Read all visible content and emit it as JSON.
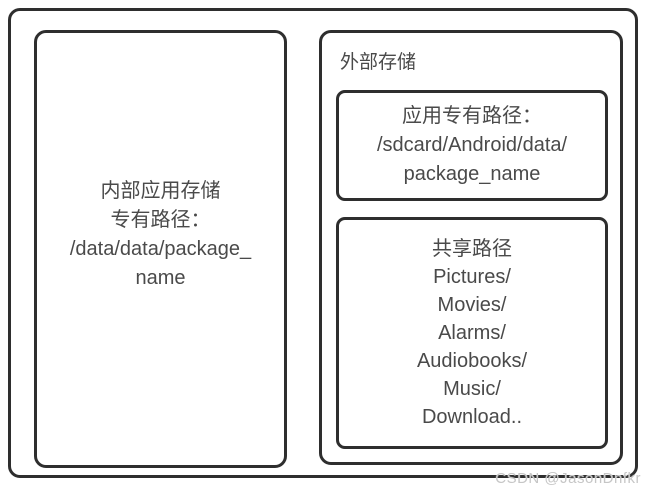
{
  "diagram": {
    "left_box": {
      "lines": [
        "内部应用存储",
        "专有路径：",
        "/data/data/package_",
        "name"
      ]
    },
    "right_box": {
      "label": "外部存储",
      "app_box": {
        "lines": [
          "应用专有路径：",
          "/sdcard/Android/data/",
          "package_name"
        ]
      },
      "shared_box": {
        "lines": [
          "共享路径",
          "Pictures/",
          "Movies/",
          "Alarms/",
          "Audiobooks/",
          "Music/",
          "Download.."
        ]
      }
    },
    "watermark": "CSDN @JasonDnfkr"
  },
  "colors": {
    "border": "#2e2e2e",
    "text": "#4a4a4a",
    "watermark": "#c6c6c6",
    "background": "#ffffff"
  }
}
